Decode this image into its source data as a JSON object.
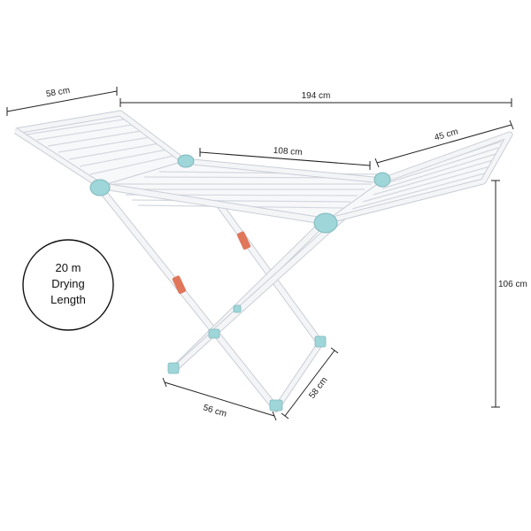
{
  "dimensions": {
    "wing_left_width": "58 cm",
    "total_length": "194 cm",
    "center_length": "108 cm",
    "wing_right_width": "45 cm",
    "height": "106 cm",
    "base_width": "56 cm",
    "base_depth": "58 cm"
  },
  "badge": {
    "line1": "20 m",
    "line2": "Drying",
    "line3": "Length"
  },
  "colors": {
    "frame": "#f4f5f7",
    "frame_edge": "#c9ced6",
    "joint": "#9fd6d9",
    "clip": "#e0765a",
    "dimension_line": "#222222"
  }
}
